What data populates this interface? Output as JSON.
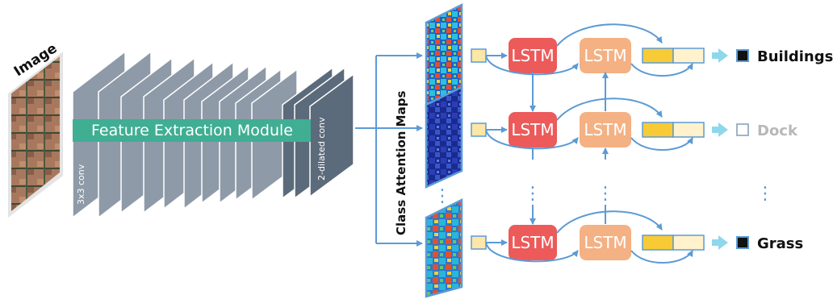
{
  "image_label": "Image",
  "feature_module_label": "Feature Extraction Module",
  "first_layer_label": "3x3 conv",
  "last_layer_label": "2-dilated conv",
  "attention_label": "Class Attention Maps",
  "lstm_label": "LSTM",
  "rows": [
    {
      "class_label": "Buildings",
      "active": true
    },
    {
      "class_label": "Dock",
      "active": false
    },
    {
      "class_label": "Grass",
      "active": true
    }
  ],
  "colors": {
    "lstm_forward": "#ec5a5a",
    "lstm_backward": "#f4b183",
    "arrow": "#5b9bd5",
    "feature_band": "#3fae93",
    "layer": "#8e9aa8",
    "layer_dark": "#5c6b7b",
    "output_active": "#f8cb36",
    "output_inactive": "#fff2cc",
    "output_arrow": "#8ed8ec"
  }
}
